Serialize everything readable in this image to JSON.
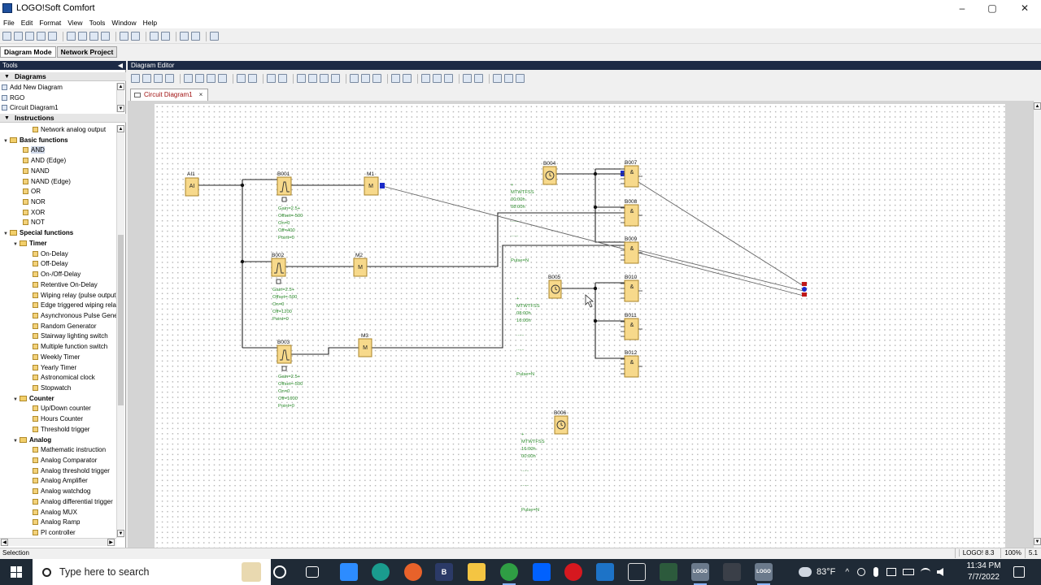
{
  "window": {
    "title": "LOGO!Soft Comfort",
    "controls": [
      "–",
      "▢",
      "✕"
    ]
  },
  "menu": [
    "File",
    "Edit",
    "Format",
    "View",
    "Tools",
    "Window",
    "Help"
  ],
  "mode_tabs": [
    "Diagram Mode",
    "Network Project"
  ],
  "tools_panel": {
    "title": "Tools",
    "diagrams_header": "Diagrams",
    "diagrams": [
      "Add New Diagram",
      "RGO",
      "Circuit Diagram1"
    ],
    "instructions_header": "Instructions",
    "rows": [
      {
        "label": "Network analog output",
        "level": 2,
        "kind": "item"
      },
      {
        "label": "Basic functions",
        "level": 0,
        "kind": "group"
      },
      {
        "label": "AND",
        "level": 1,
        "kind": "item",
        "selected": true
      },
      {
        "label": "AND (Edge)",
        "level": 1,
        "kind": "item"
      },
      {
        "label": "NAND",
        "level": 1,
        "kind": "item"
      },
      {
        "label": "NAND (Edge)",
        "level": 1,
        "kind": "item"
      },
      {
        "label": "OR",
        "level": 1,
        "kind": "item"
      },
      {
        "label": "NOR",
        "level": 1,
        "kind": "item"
      },
      {
        "label": "XOR",
        "level": 1,
        "kind": "item"
      },
      {
        "label": "NOT",
        "level": 1,
        "kind": "item"
      },
      {
        "label": "Special functions",
        "level": 0,
        "kind": "group"
      },
      {
        "label": "Timer",
        "level": 1,
        "kind": "group"
      },
      {
        "label": "On-Delay",
        "level": 2,
        "kind": "item"
      },
      {
        "label": "Off-Delay",
        "level": 2,
        "kind": "item"
      },
      {
        "label": "On-/Off-Delay",
        "level": 2,
        "kind": "item"
      },
      {
        "label": "Retentive On-Delay",
        "level": 2,
        "kind": "item"
      },
      {
        "label": "Wiping relay (pulse output)",
        "level": 2,
        "kind": "item"
      },
      {
        "label": "Edge triggered wiping relay",
        "level": 2,
        "kind": "item"
      },
      {
        "label": "Asynchronous Pulse Generat",
        "level": 2,
        "kind": "item"
      },
      {
        "label": "Random Generator",
        "level": 2,
        "kind": "item"
      },
      {
        "label": "Stairway lighting switch",
        "level": 2,
        "kind": "item"
      },
      {
        "label": "Multiple function switch",
        "level": 2,
        "kind": "item"
      },
      {
        "label": "Weekly Timer",
        "level": 2,
        "kind": "item"
      },
      {
        "label": "Yearly Timer",
        "level": 2,
        "kind": "item"
      },
      {
        "label": "Astronomical clock",
        "level": 2,
        "kind": "item"
      },
      {
        "label": "Stopwatch",
        "level": 2,
        "kind": "item"
      },
      {
        "label": "Counter",
        "level": 1,
        "kind": "group"
      },
      {
        "label": "Up/Down counter",
        "level": 2,
        "kind": "item"
      },
      {
        "label": "Hours Counter",
        "level": 2,
        "kind": "item"
      },
      {
        "label": "Threshold trigger",
        "level": 2,
        "kind": "item"
      },
      {
        "label": "Analog",
        "level": 1,
        "kind": "group"
      },
      {
        "label": "Mathematic instruction",
        "level": 2,
        "kind": "item"
      },
      {
        "label": "Analog Comparator",
        "level": 2,
        "kind": "item"
      },
      {
        "label": "Analog threshold trigger",
        "level": 2,
        "kind": "item"
      },
      {
        "label": "Analog Amplifier",
        "level": 2,
        "kind": "item"
      },
      {
        "label": "Analog watchdog",
        "level": 2,
        "kind": "item"
      },
      {
        "label": "Analog differential trigger",
        "level": 2,
        "kind": "item"
      },
      {
        "label": "Analog MUX",
        "level": 2,
        "kind": "item"
      },
      {
        "label": "Analog Ramp",
        "level": 2,
        "kind": "item"
      },
      {
        "label": "PI controller",
        "level": 2,
        "kind": "item"
      }
    ]
  },
  "editor": {
    "title": "Diagram Editor",
    "tab_label": "Circuit Diagram1",
    "tab_close": "×",
    "blocks": {
      "ai1": {
        "label": "AI1",
        "glyph": "AI"
      },
      "b001": {
        "label": "B001"
      },
      "b002": {
        "label": "B002"
      },
      "b003": {
        "label": "B003"
      },
      "m1": {
        "label": "M1",
        "glyph": "M"
      },
      "m2": {
        "label": "M2",
        "glyph": "M"
      },
      "m3": {
        "label": "M3",
        "glyph": "M"
      },
      "b004": {
        "label": "B004"
      },
      "b005": {
        "label": "B005"
      },
      "b006": {
        "label": "B006"
      },
      "b007": {
        "label": "B007",
        "glyph": "&"
      },
      "b008": {
        "label": "B008",
        "glyph": "&"
      },
      "b009": {
        "label": "B009",
        "glyph": "&"
      },
      "b010": {
        "label": "B010",
        "glyph": "&"
      },
      "b011": {
        "label": "B011",
        "glyph": "&"
      },
      "b012": {
        "label": "B012",
        "glyph": "&"
      }
    },
    "params": {
      "b001": [
        "Gain=2.5+",
        "Offset=-500",
        "On=0",
        "Off=400",
        "Point=0"
      ],
      "b002": [
        "Gain=2.5+",
        "Offset=-500",
        "On=0",
        "Off=1200",
        "Point=0"
      ],
      "b003": [
        "Gain=2.5+",
        "Offset=-500",
        "On=0",
        "Off=1600",
        "Point=0"
      ],
      "b004": [
        "+",
        "MTWTFSS",
        "00:00h",
        "08:00h",
        "......",
        "......",
        "Pulse=N"
      ],
      "b005": [
        "+",
        "MTWTFSS",
        "08:00h",
        "16:00h",
        "......",
        "......",
        "Pulse=N"
      ],
      "b006": [
        "+",
        "MTWTFSS",
        "16:00h",
        "00:00h",
        "......",
        "......",
        "Pulse=N"
      ]
    }
  },
  "statusbar": {
    "left": "Selection",
    "device": "LOGO! 8.3",
    "zoom": "100%",
    "pos": "5.1"
  },
  "taskbar": {
    "search_placeholder": "Type here to search",
    "weather": "83°F",
    "time": "11:34 PM",
    "date": "7/7/2022",
    "apps": [
      "cortana",
      "task-view",
      "zoom",
      "edge",
      "firefox",
      "b-app",
      "file-explorer",
      "chrome",
      "dropbox",
      "opera",
      "mail",
      "app",
      "media",
      "logo1",
      "calculator",
      "logo2"
    ]
  },
  "colors": {
    "block_fill": "#f7d98b",
    "block_border": "#a8842a",
    "param_text": "#2a8a2a",
    "panel_header": "#1c2a45",
    "taskbar": "#1f2a36"
  }
}
